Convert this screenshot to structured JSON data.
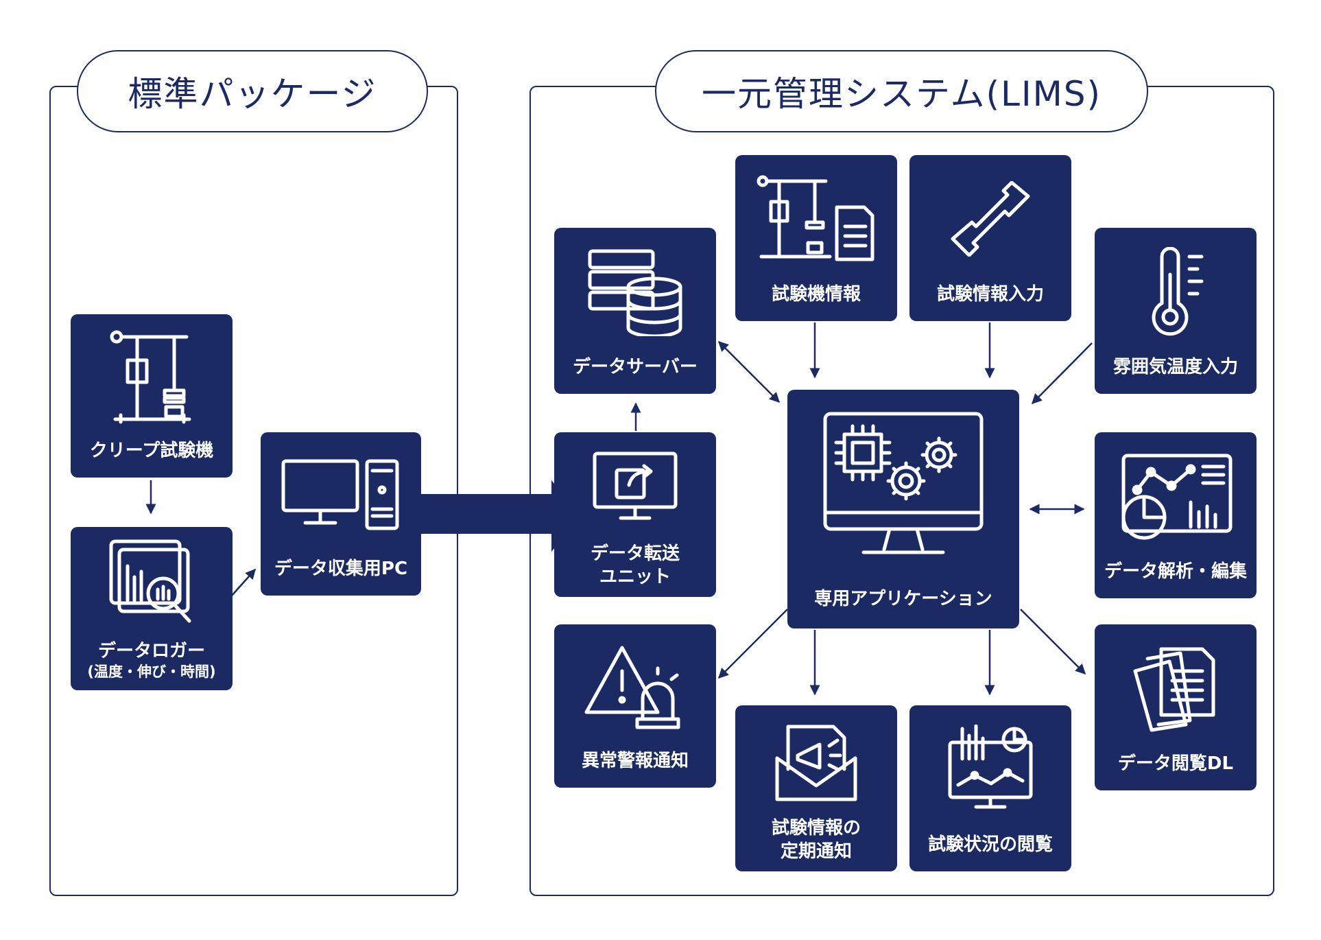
{
  "left_panel": {
    "title": "標準パッケージ"
  },
  "right_panel": {
    "title": "一元管理システム(LIMS)"
  },
  "nodes": {
    "creep": {
      "label": "クリープ試験機",
      "icon": "creep-machine-icon"
    },
    "logger": {
      "label": "データロガー",
      "sub": "(温度・伸び・時間)",
      "icon": "data-logger-icon"
    },
    "pc": {
      "label": "データ収集用PC",
      "icon": "desktop-pc-icon"
    },
    "server": {
      "label": "データサーバー",
      "icon": "server-database-icon"
    },
    "transfer": {
      "label1": "データ転送",
      "label2": "ユニット",
      "icon": "transfer-monitor-icon"
    },
    "machine_info": {
      "label": "試験機情報",
      "icon": "machine-document-icon"
    },
    "test_input": {
      "label": "試験情報入力",
      "icon": "specimen-icon"
    },
    "temp_input": {
      "label": "雰囲気温度入力",
      "icon": "thermometer-icon"
    },
    "app": {
      "label": "専用アプリケーション",
      "icon": "monitor-chip-gear-icon"
    },
    "analysis": {
      "label": "データ解析・編集",
      "icon": "analytics-chart-icon"
    },
    "alert": {
      "label": "異常警報通知",
      "icon": "warning-siren-icon"
    },
    "periodic": {
      "label1": "試験情報の",
      "label2": "定期通知",
      "icon": "mail-megaphone-icon"
    },
    "status": {
      "label": "試験状況の閲覧",
      "icon": "dashboard-monitor-icon"
    },
    "download": {
      "label": "データ閲覧DL",
      "icon": "documents-stack-icon"
    }
  },
  "colors": {
    "navy": "#1b2a63",
    "background": "#ffffff"
  }
}
